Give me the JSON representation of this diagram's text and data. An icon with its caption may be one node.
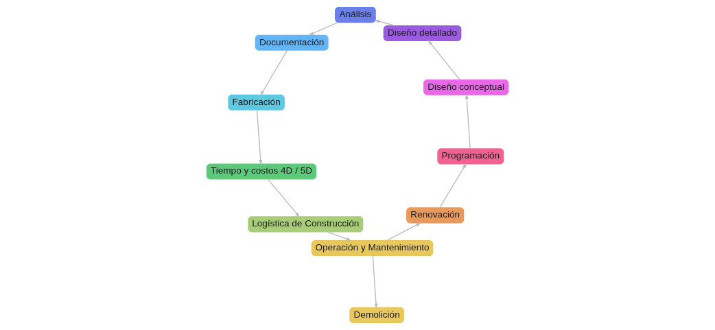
{
  "diagram": {
    "nodes": [
      {
        "text": [
          "Programación"
        ]
      },
      {
        "text": [
          "Diseño conceptual"
        ]
      },
      {
        "text": [
          "Diseño detallado"
        ]
      },
      {
        "text": [
          "Análisis"
        ]
      },
      {
        "text": [
          "Documentación"
        ]
      },
      {
        "text": [
          "Fabricación"
        ]
      },
      {
        "text": [
          "Tiempo y costos 4D / 5D"
        ]
      },
      {
        "text": [
          "Logística de Construcción"
        ]
      },
      {
        "text": [
          "Operación y Mantenimiento"
        ]
      },
      {
        "text": [
          "Renovación"
        ]
      },
      {
        "text": [
          "Demolición"
        ]
      }
    ],
    "edges": [
      {
        "from": 0,
        "to": 1,
        "arrow": "to"
      },
      {
        "from": 1,
        "to": 2,
        "arrow": "to"
      },
      {
        "from": 2,
        "to": 3,
        "arrow": "to"
      },
      {
        "from": 3,
        "to": 4,
        "arrow": "to"
      },
      {
        "from": 4,
        "to": 5,
        "arrow": "to"
      },
      {
        "from": 5,
        "to": 6,
        "arrow": "to"
      },
      {
        "from": 6,
        "to": 7,
        "arrow": "to"
      },
      {
        "from": 7,
        "to": 8,
        "arrow": "to"
      },
      {
        "from": 8,
        "to": 9,
        "arrow": "to"
      },
      {
        "from": 9,
        "to": 0,
        "arrow": "to"
      },
      {
        "from": 8,
        "to": 10,
        "arrow": "to"
      }
    ]
  }
}
